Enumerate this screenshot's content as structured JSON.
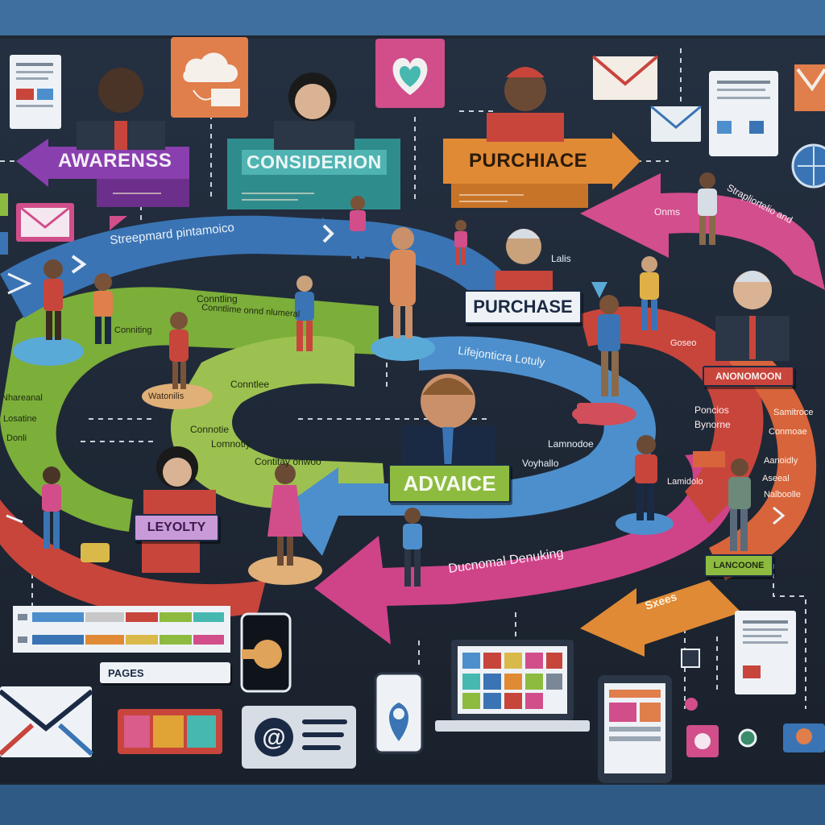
{
  "colors": {
    "board": "#1f2733",
    "frame_blue": "#3f6f9e",
    "purple": "#8a3fae",
    "teal": "#2f8c8c",
    "orange": "#e08a35",
    "blue": "#3d79b8",
    "green": "#8dbb3f",
    "lime": "#a9c957",
    "magenta": "#d0468e",
    "red": "#cf4a3f",
    "coral": "#d9613c",
    "dark_navy": "#1b2a44",
    "light_blue": "#5aaad8"
  },
  "icons": [
    "document-icon",
    "cloud-sync-icon",
    "heart-icon",
    "envelope-icon",
    "tablet-document-icon",
    "globe-icon",
    "smartphone-icon",
    "laptop-icon",
    "email-at-icon",
    "location-pin-icon",
    "chart-table-icon"
  ],
  "stages": {
    "awareness": "AWARENSS",
    "consideration": "CONSIDERION",
    "purchase_top": "PURCHIACE",
    "purchase_mid": "PURCHASE",
    "advocacy": "ADVAICE",
    "loyalty": "LEYOLTY",
    "sales": "Sxees",
    "pageres": "PAGES"
  },
  "ribbon_labels": {
    "blue_top": "Streepmard pintamoico",
    "blue_right_1": "Lifejonticra Lotuly",
    "blue_right_2": "Lamnodoe",
    "blue_right_3": "Voyhallo",
    "green_1": "Conntling",
    "green_2": "Conntlime onnd nlumeral",
    "green_3": "Conniting",
    "green_4": "Nhareanal",
    "green_5": "Losatine",
    "green_6": "Donli",
    "lime_1": "Conntlee",
    "lime_2": "Connotie",
    "lime_3": "Lomnotiy",
    "lime_4": "Contitay onwoo",
    "magenta_1": "Ducnomal Denuking",
    "magenta_2": "Onms",
    "magenta_3": "Strapliortelio and",
    "magenta_4": "Lalis",
    "red_1": "Goseo",
    "red_2": "Poncios",
    "red_3": "Bynorne",
    "red_4": "Lamidolo",
    "red_5": "Samitroce",
    "red_6": "Conmoae",
    "red_7": "Aanoidly",
    "red_8": "Aseeal",
    "red_9": "Nalboolle",
    "badge_red": "Anonomoon",
    "badge_green": "LANCOONE",
    "base_label": "Watonilis"
  }
}
